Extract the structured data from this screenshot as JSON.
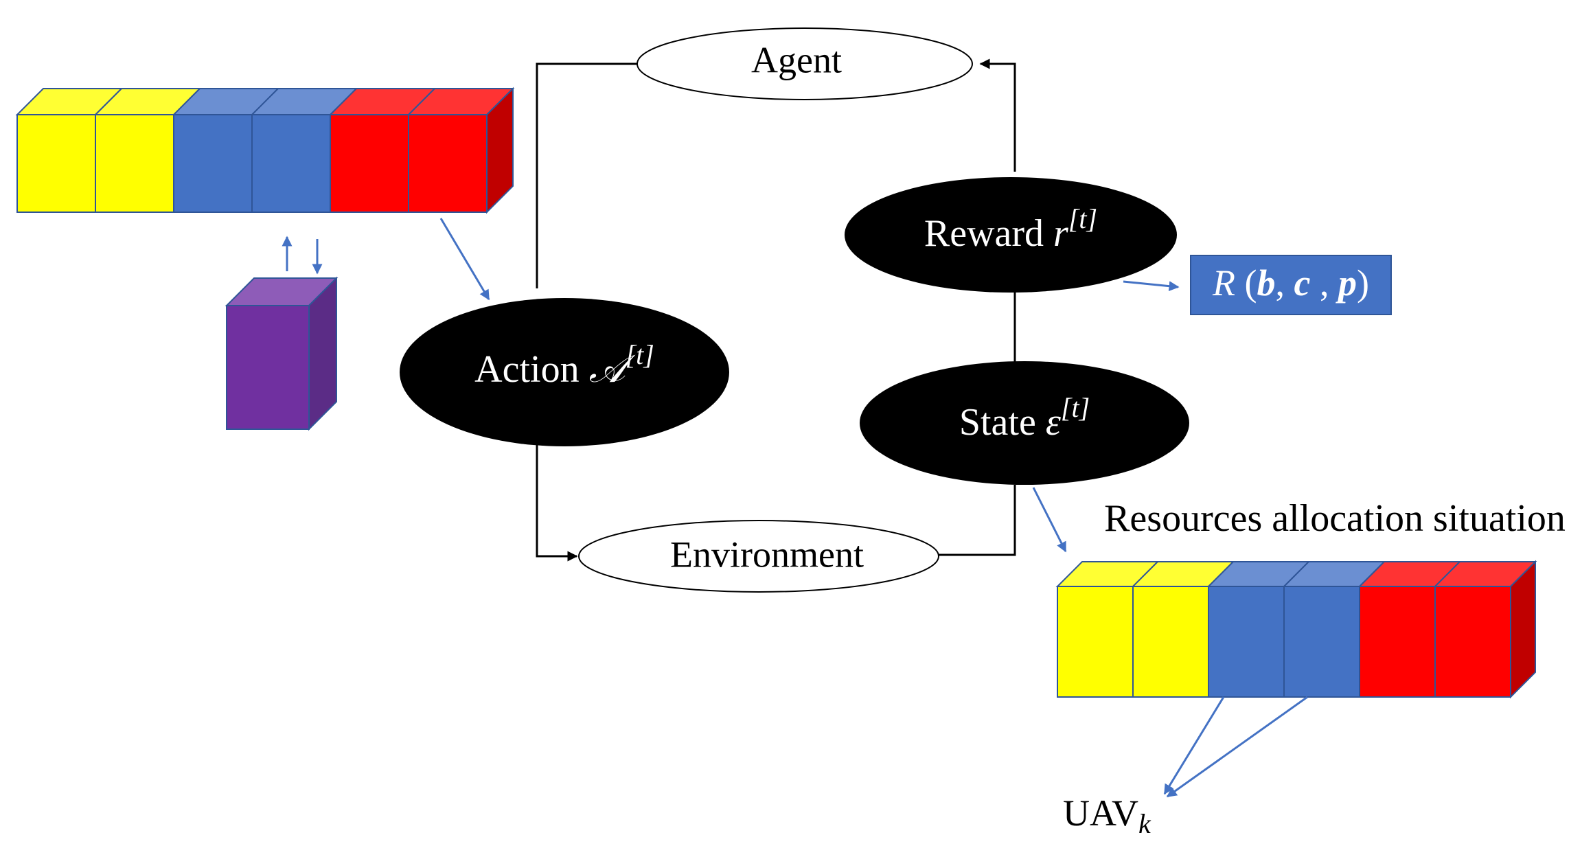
{
  "nodes": {
    "agent": "Agent",
    "environment": "Environment",
    "action": {
      "text": "Action ",
      "symbol": "𝒜",
      "sup": "[t]"
    },
    "reward": {
      "text": "Reward ",
      "symbol": "r",
      "sup": "[t]"
    },
    "state": {
      "text": "State ",
      "symbol": "ε",
      "sup": "[t]"
    }
  },
  "reward_function": {
    "R": "R",
    "open": " (",
    "b": "b",
    "sep1": ", ",
    "c": "c",
    "sep2": " , ",
    "p": "p",
    "close": ")"
  },
  "labels": {
    "resources": "Resources allocation situation",
    "uav": "UAV",
    "uav_sub": "k"
  },
  "block_sequence": [
    "yellow",
    "yellow",
    "blue",
    "blue",
    "red",
    "red"
  ],
  "colors": {
    "yellow_front": "#ffff00",
    "yellow_top": "#ffff33",
    "blue_front": "#4472c4",
    "blue_top": "#6b8fd2",
    "red_front": "#ff0000",
    "red_top": "#ff3333",
    "red_side": "#c00000",
    "purple_front": "#7030a0",
    "purple_top": "#8e5cb8",
    "purple_side": "#5b2c86",
    "outline": "#2f5597",
    "arrow_blue": "#4472c4",
    "ellipse_fill": "#000000",
    "ellipse_text": "#ffffff",
    "reward_box": "#4472c4",
    "reward_box_text": "#ffffff"
  }
}
